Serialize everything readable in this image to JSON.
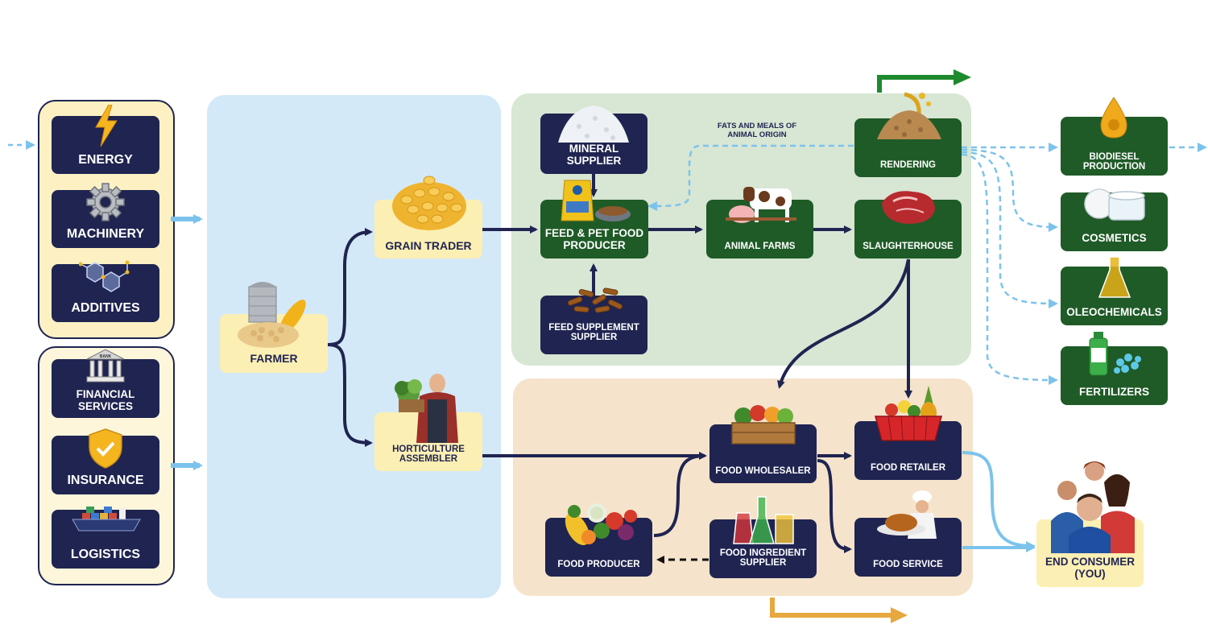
{
  "inputs_top": {
    "energy": "ENERGY",
    "machinery": "MACHINERY",
    "additives": "ADDITIVES"
  },
  "inputs_bottom": {
    "financial": "FINANCIAL SERVICES",
    "bank_sign": "BANK",
    "insurance": "INSURANCE",
    "logistics": "LOGISTICS"
  },
  "farm": {
    "farmer": "FARMER",
    "grain_trader": "GRAIN TRADER",
    "horticulture": "HORTICULTURE ASSEMBLER"
  },
  "feed_chain": {
    "mineral": "MINERAL SUPPLIER",
    "feed_producer": "FEED & PET FOOD PRODUCER",
    "supplement": "FEED SUPPLEMENT SUPPLIER",
    "animal_farms": "ANIMAL FARMS",
    "slaughterhouse": "SLAUGHTERHOUSE",
    "rendering": "RENDERING",
    "fats_note": "FATS AND MEALS OF ANIMAL ORIGIN"
  },
  "food_chain": {
    "wholesaler": "FOOD WHOLESALER",
    "retailer": "FOOD RETAILER",
    "producer": "FOOD PRODUCER",
    "ingredient": "FOOD INGREDIENT SUPPLIER",
    "service": "FOOD SERVICE"
  },
  "outputs": {
    "biodiesel": "BIODIESEL PRODUCTION",
    "cosmetics": "COSMETICS",
    "oleochemicals": "OLEOCHEMICALS",
    "fertilizers": "FERTILIZERS"
  },
  "consumer": {
    "line1": "END CONSUMER",
    "line2": "(YOU)"
  },
  "colors": {
    "navy": "#1f2451",
    "green": "#1f5b27",
    "cream": "#fcefb4",
    "light_blue_panel": "#d4e9f7",
    "green_panel": "#d8e6d4",
    "peach_panel": "#f5e3cb",
    "dashed_blue": "#7cc3ec",
    "green_arrow": "#1e8a2e",
    "orange_arrow": "#e7a83f"
  }
}
